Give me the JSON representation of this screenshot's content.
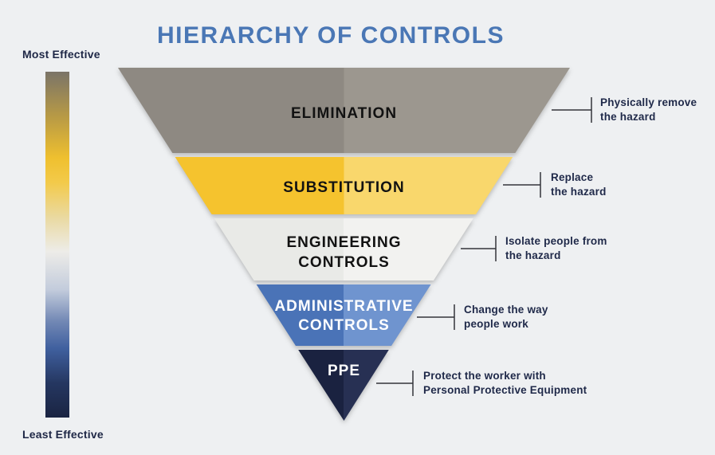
{
  "title": "HIERARCHY OF CONTROLS",
  "title_color": "#4a77b5",
  "background_color": "#eef0f2",
  "effectiveness_scale": {
    "top_label": "Most Effective",
    "bottom_label": "Least Effective",
    "gradient": [
      "#7a7468",
      "#efc02f",
      "#edece8",
      "#40609f",
      "#1a2442"
    ]
  },
  "levels": [
    {
      "name": "ELIMINATION",
      "lines": [
        "ELIMINATION"
      ],
      "annotation": [
        "Physically remove",
        "the hazard"
      ],
      "color_left": "#8e8982",
      "color_right": "#9c978f",
      "text_color": "#121212"
    },
    {
      "name": "SUBSTITUTION",
      "lines": [
        "SUBSTITUTION"
      ],
      "annotation": [
        "Replace",
        "the hazard"
      ],
      "color_left": "#f5c32e",
      "color_right": "#f9d76c",
      "text_color": "#121212"
    },
    {
      "name": "ENGINEERING CONTROLS",
      "lines": [
        "ENGINEERING",
        "CONTROLS"
      ],
      "annotation": [
        "Isolate people from",
        "the hazard"
      ],
      "color_left": "#e9eae7",
      "color_right": "#f2f2f0",
      "text_color": "#121212"
    },
    {
      "name": "ADMINISTRATIVE CONTROLS",
      "lines": [
        "ADMINISTRATIVE",
        "CONTROLS"
      ],
      "annotation": [
        "Change the way",
        "people work"
      ],
      "color_left": "#4a73b7",
      "color_right": "#6f94cf",
      "text_color": "#ffffff"
    },
    {
      "name": "PPE",
      "lines": [
        "PPE"
      ],
      "annotation": [
        "Protect the worker with",
        "Personal Protective Equipment"
      ],
      "color_left": "#1a2240",
      "color_right": "#273053",
      "text_color": "#ffffff"
    }
  ]
}
